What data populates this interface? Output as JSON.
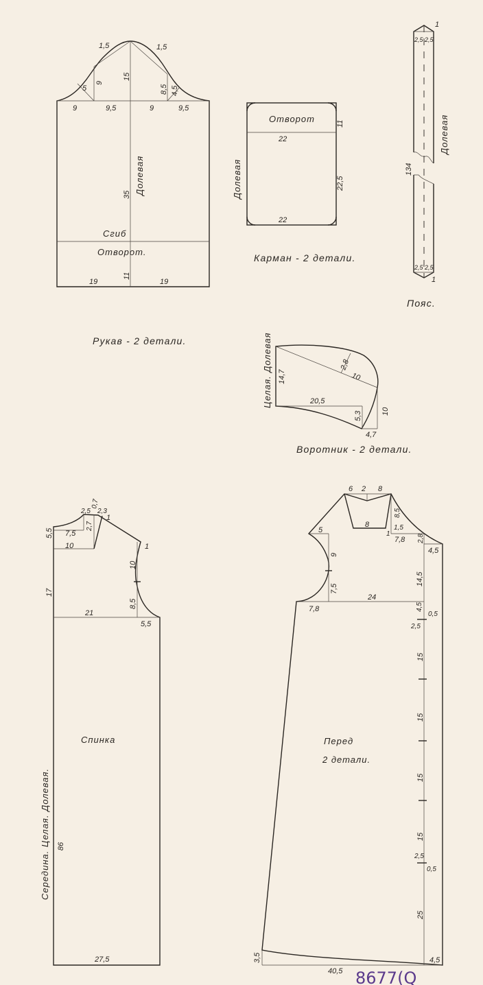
{
  "sleeve": {
    "caption": "Рукав - 2 детали.",
    "grain": "Долевая",
    "fold": "Сгиб",
    "cuff": "Отворот.",
    "dims": [
      "1,5",
      "1,5",
      "9",
      "15",
      "8,5",
      "4,5",
      "5",
      "9",
      "9,5",
      "9",
      "9,5",
      "35",
      "19",
      "11",
      "19"
    ]
  },
  "pocket": {
    "caption": "Карман - 2 детали.",
    "cuff": "Отворот",
    "grain": "Долевая",
    "dims": [
      "11",
      "22",
      "22,5",
      "22"
    ]
  },
  "belt": {
    "caption": "Пояс.",
    "grain": "Долевая",
    "dims": [
      "2,5",
      "2,5",
      "1",
      "134",
      "2,5",
      "2,5",
      "1"
    ]
  },
  "collar": {
    "caption": "Воротник - 2 детали.",
    "grain": "Целая. Долевая",
    "dims": [
      "14,7",
      "2,8",
      "10",
      "20,5",
      "5,3",
      "10",
      "4,7"
    ]
  },
  "back": {
    "title": "Спинка",
    "grain": "Середина. Целая. Долевая.",
    "dims": [
      "5,5",
      "17",
      "7,5",
      "10",
      "2,5",
      "0,7",
      "2,3",
      "2,7",
      "1",
      "1",
      "10",
      "8,5",
      "21",
      "5,5",
      "86",
      "27,5"
    ]
  },
  "front": {
    "title": "Перед",
    "subtitle": "2 детали.",
    "dims": [
      "6",
      "2",
      "8",
      "8",
      "8,5",
      "1,5",
      "1",
      "7,8",
      "2,8",
      "4,5",
      "14,5",
      "5",
      "9",
      "7,5",
      "24",
      "7,8",
      "4,5",
      "0,5",
      "2,5",
      "15",
      "15",
      "15",
      "15",
      "2,5",
      "0,5",
      "25",
      "3,5",
      "4,5",
      "40,5"
    ]
  },
  "stamp": "8677(Q"
}
